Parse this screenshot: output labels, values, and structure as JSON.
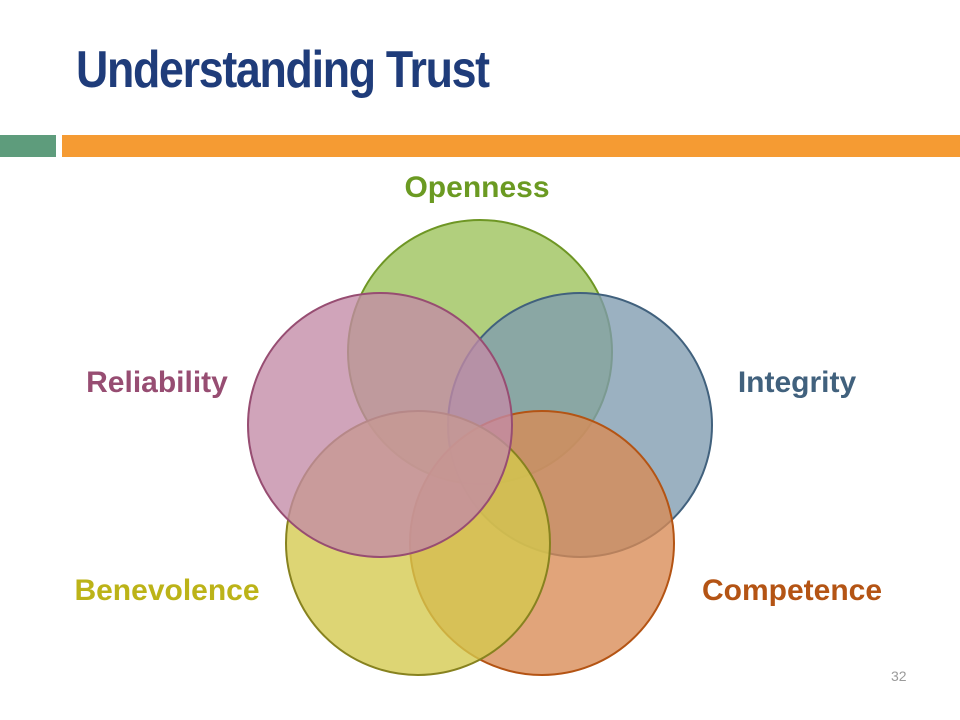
{
  "slide": {
    "title": "Understanding Trust",
    "page_number": "32"
  },
  "colors": {
    "title": "#1F3C7A",
    "accent_left": "#5E9C7C",
    "accent_right": "#F59B33",
    "page_number": "#9A9A9A"
  },
  "diagram": {
    "type": "venn-five-circles",
    "items": [
      {
        "label": "Openness",
        "fill": "#9BC159",
        "stroke": "#6E9624",
        "text_color": "#6B9A22"
      },
      {
        "label": "Integrity",
        "fill": "#7F9BB0",
        "stroke": "#41617D",
        "text_color": "#41617D"
      },
      {
        "label": "Competence",
        "fill": "#D98A55",
        "stroke": "#B45414",
        "text_color": "#B45414"
      },
      {
        "label": "Benevolence",
        "fill": "#D3C94D",
        "stroke": "#87821F",
        "text_color": "#BCB318"
      },
      {
        "label": "Reliability",
        "fill": "#C38AA6",
        "stroke": "#974D72",
        "text_color": "#974D72"
      }
    ]
  }
}
